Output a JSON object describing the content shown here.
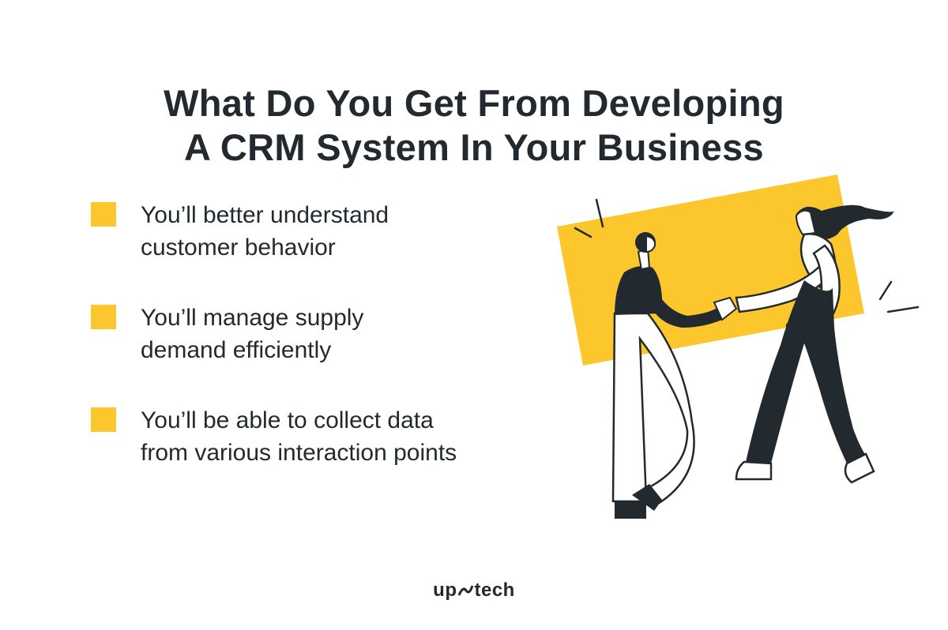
{
  "title": {
    "line1": "What Do You Get From Developing",
    "line2": "A CRM System In Your Business"
  },
  "bullets": [
    {
      "line1": "You’ll better understand",
      "line2": "customer behavior"
    },
    {
      "line1": "You’ll manage supply",
      "line2": "demand efficiently"
    },
    {
      "line1": "You’ll be able to collect data",
      "line2": "from various interaction points"
    }
  ],
  "illustration": {
    "icon": "handshake-illustration-icon",
    "accent_color": "#fcc72c",
    "ink_color": "#222a30"
  },
  "logo": {
    "left": "up",
    "right": "tech"
  },
  "colors": {
    "accent": "#fcc72c",
    "text": "#222a30",
    "background": "#ffffff"
  }
}
